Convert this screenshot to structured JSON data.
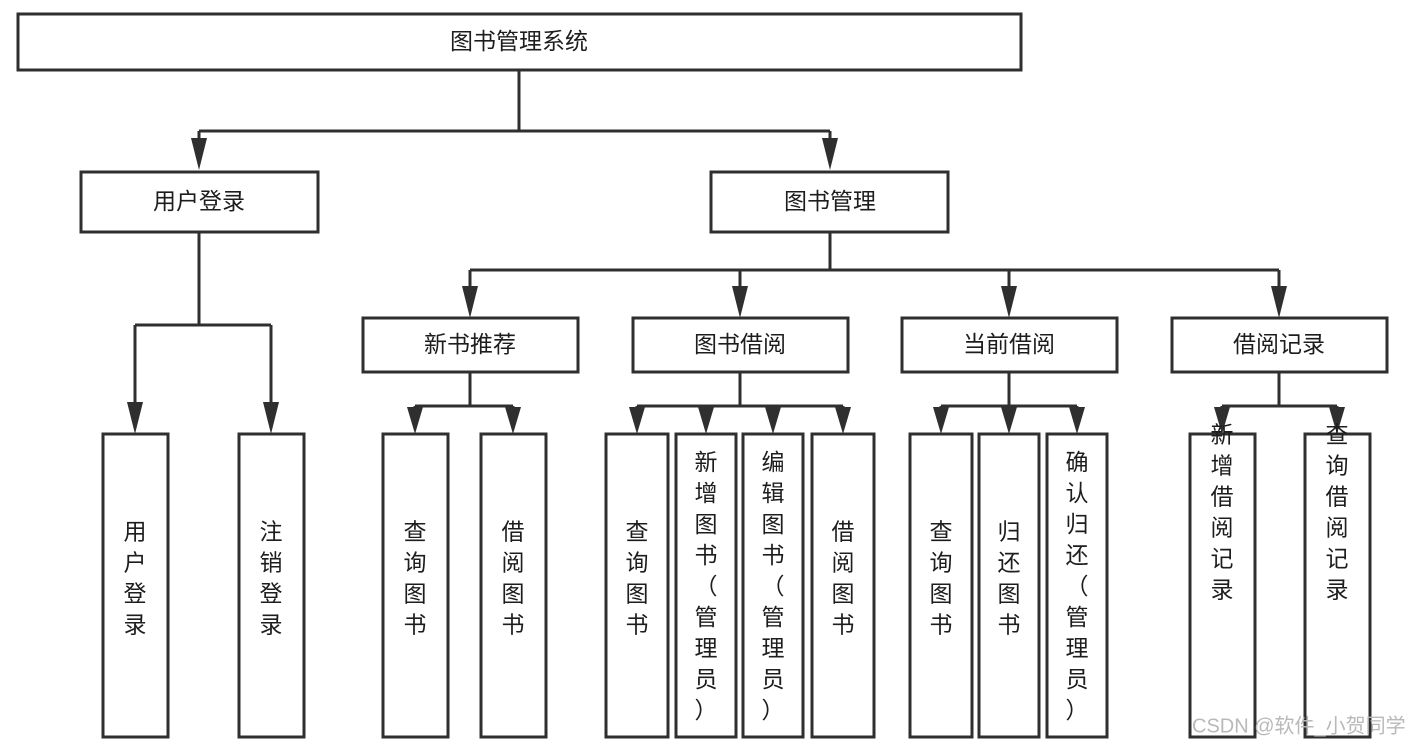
{
  "diagram": {
    "title": "图书管理系统",
    "type": "hierarchy-tree",
    "orientation": "top-down",
    "colors": {
      "box_fill": "#ffffff",
      "box_stroke": "#2f2f2f",
      "text": "#1d1d1d",
      "connector": "#2f2f2f",
      "watermark": "#b9b9b9",
      "background": "#ffffff"
    },
    "levels": {
      "level0": {
        "label": "图书管理系统"
      },
      "level1": [
        {
          "label": "用户登录"
        },
        {
          "label": "图书管理"
        }
      ],
      "level2": [
        {
          "label": "新书推荐",
          "parent": "图书管理"
        },
        {
          "label": "图书借阅",
          "parent": "图书管理"
        },
        {
          "label": "当前借阅",
          "parent": "图书管理"
        },
        {
          "label": "借阅记录",
          "parent": "图书管理"
        }
      ],
      "level3": [
        {
          "label": "用户登录",
          "parent": "用户登录",
          "orientation": "vertical"
        },
        {
          "label": "注销登录",
          "parent": "用户登录",
          "orientation": "vertical"
        },
        {
          "label": "查询图书",
          "parent": "新书推荐",
          "orientation": "vertical"
        },
        {
          "label": "借阅图书",
          "parent": "新书推荐",
          "orientation": "vertical"
        },
        {
          "label": "查询图书",
          "parent": "图书借阅",
          "orientation": "vertical"
        },
        {
          "label": "新增图书（管理员）",
          "parent": "图书借阅",
          "orientation": "vertical"
        },
        {
          "label": "编辑图书（管理员）",
          "parent": "图书借阅",
          "orientation": "vertical"
        },
        {
          "label": "借阅图书",
          "parent": "图书借阅",
          "orientation": "vertical"
        },
        {
          "label": "查询图书",
          "parent": "当前借阅",
          "orientation": "vertical"
        },
        {
          "label": "归还图书",
          "parent": "当前借阅",
          "orientation": "vertical"
        },
        {
          "label": "确认归还（管理员）",
          "parent": "当前借阅",
          "orientation": "vertical"
        },
        {
          "label": "新增借阅记录",
          "parent": "借阅记录",
          "orientation": "vertical"
        },
        {
          "label": "查询借阅记录",
          "parent": "借阅记录",
          "orientation": "vertical"
        }
      ]
    }
  },
  "watermark": {
    "text": "CSDN @软件_小贺同学"
  }
}
